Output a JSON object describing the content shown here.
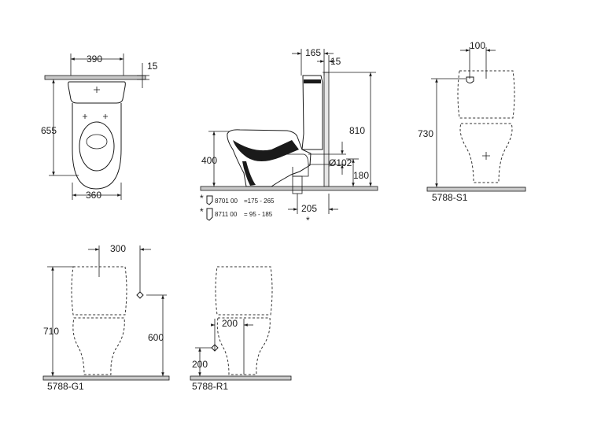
{
  "dimensions": {
    "plan_width_top": "390",
    "plan_offset_top": "15",
    "plan_depth": "655",
    "plan_width_bottom": "360",
    "side_cistern_depth": "165",
    "side_wall_gap": "15",
    "side_total_height": "810",
    "side_seat_height": "400",
    "side_outlet_diameter": "Ø102",
    "side_outlet_height": "180",
    "side_outlet_offset": "205",
    "s1_inlet_offset": "100",
    "s1_height": "730",
    "g1_inlet_offset": "300",
    "g1_height": "710",
    "g1_inlet_height": "600",
    "r1_inlet_offset": "200",
    "r1_inlet_height": "200"
  },
  "variants": {
    "s1": "5788-S1",
    "g1": "5788-G1",
    "r1": "5788-R1"
  },
  "accessories": {
    "bend_a_code": "8701 00",
    "bend_a_range": "=175 - 265",
    "bend_b_code": "8711 00",
    "bend_b_range": "= 95 - 185",
    "asterisk_a": "*",
    "asterisk_b": "*",
    "asterisk_c": "*"
  }
}
